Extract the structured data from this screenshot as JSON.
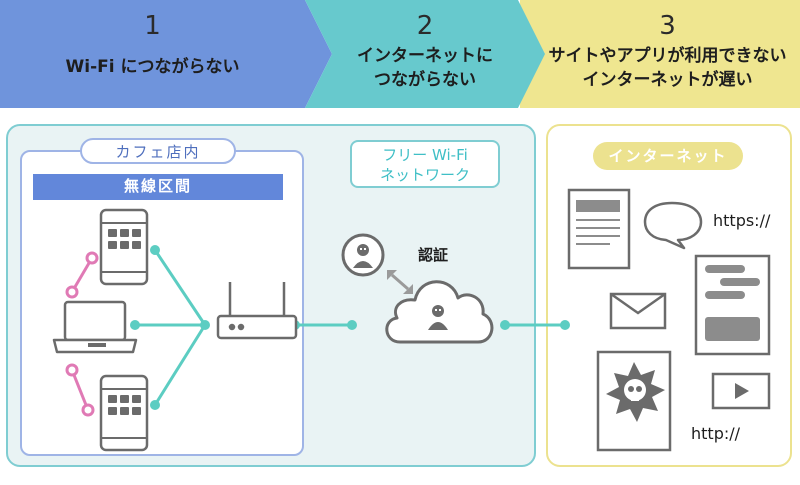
{
  "steps": [
    {
      "num": "1",
      "text": "Wi-Fi につながらない"
    },
    {
      "num": "2",
      "text": "インターネットに\nつながらない"
    },
    {
      "num": "3",
      "text": "サイトやアプリが利用できない\nインターネットが遅い"
    }
  ],
  "step_colors": [
    "#6f94dc",
    "#67c9cd",
    "#efe690"
  ],
  "labels": {
    "cafe": "カフェ店内",
    "wireless": "無線区間",
    "free_wifi": "フリー Wi-Fi\nネットワーク",
    "auth": "認証",
    "internet": "インターネット",
    "https": "https://",
    "http": "http://"
  },
  "colors": {
    "teal_line": "#5ccdc2",
    "pink_link": "#e07ab5",
    "device_gray": "#6b6b6b"
  },
  "icons": [
    "smartphone-icon",
    "laptop-icon",
    "router-icon",
    "cloud-icon",
    "user-icon",
    "document-icon",
    "chat-icon",
    "mail-icon",
    "message-list-icon",
    "video-icon",
    "malware-icon"
  ]
}
